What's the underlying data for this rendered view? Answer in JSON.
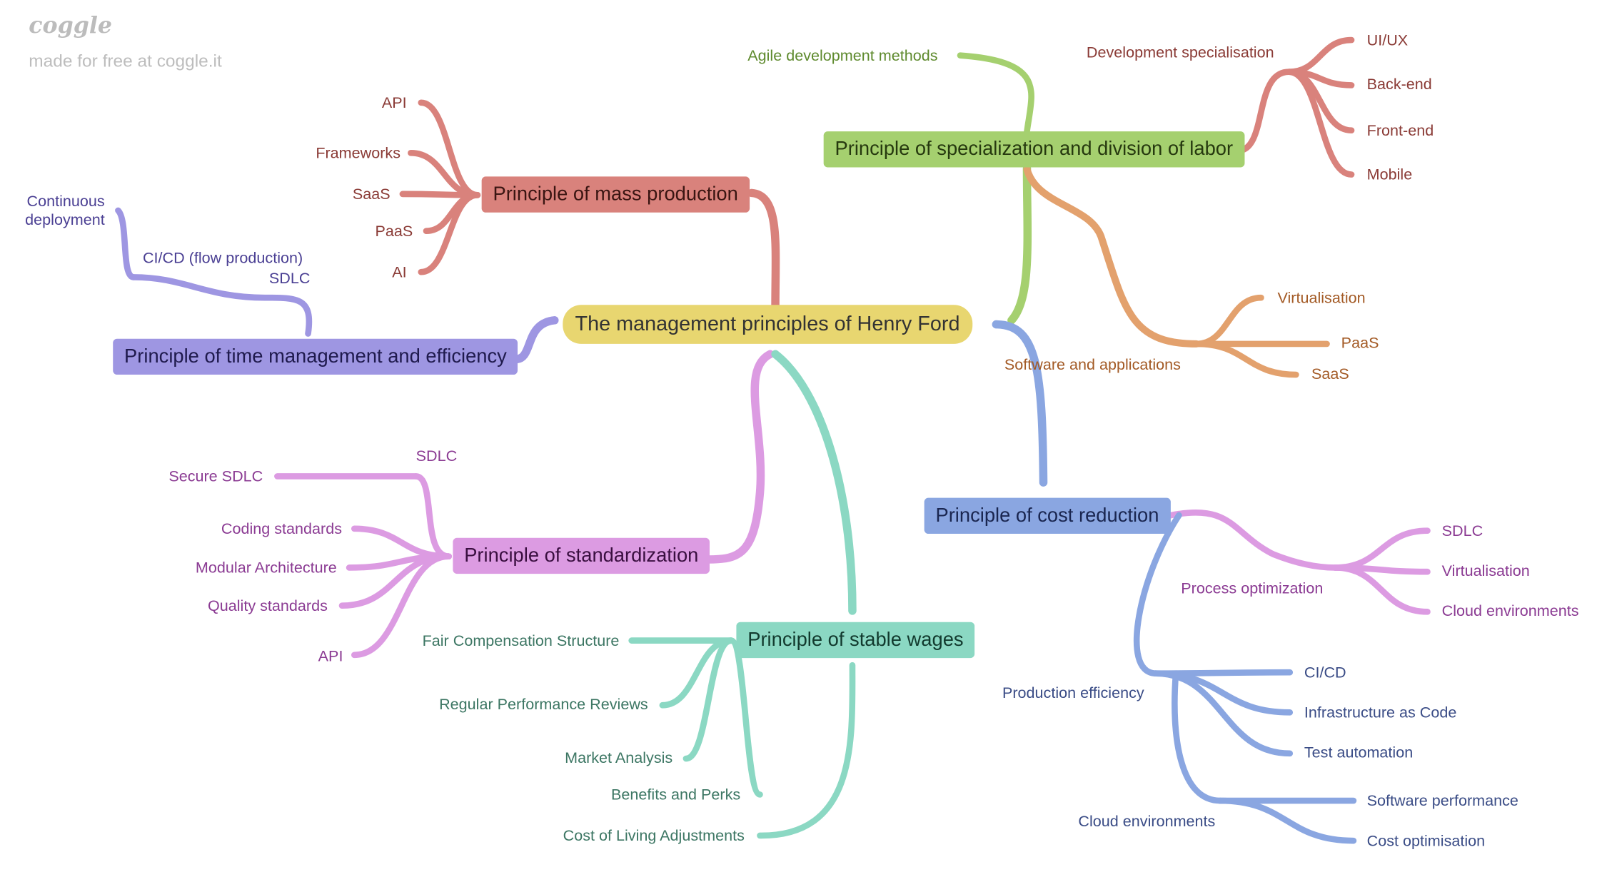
{
  "branding": {
    "logo": "coggle",
    "tagline": "made for free at coggle.it"
  },
  "colors": {
    "red": "#d9827c",
    "red_text": "#8a3a35",
    "green": "#a5d06f",
    "green_text": "#5e8a2d",
    "orange": "#e3a16d",
    "orange_text": "#a35a25",
    "blue": "#8aa6e1",
    "blue_text": "#3a4c86",
    "purple": "#9e96e2",
    "purple_text": "#4a3f93",
    "pink": "#dc9be2",
    "pink_text": "#8b3b93",
    "teal": "#8bd8c3",
    "teal_text": "#3c7663",
    "root": "#e8d670"
  },
  "root": {
    "label": "The management principles of Henry Ford"
  },
  "mass_production": {
    "label": "Principle of mass production",
    "items": [
      "API",
      "Frameworks",
      "SaaS",
      "PaaS",
      "AI"
    ]
  },
  "specialization": {
    "label": "Principle of specialization and division of labor",
    "agile": "Agile development methods",
    "dev_spec": {
      "label": "Development specialisation",
      "items": [
        "UI/UX",
        "Back-end",
        "Front-end",
        "Mobile"
      ]
    },
    "software": {
      "label": "Software and applications",
      "items": [
        "Virtualisation",
        "PaaS",
        "SaaS"
      ]
    }
  },
  "time_management": {
    "label": "Principle of time management and efficiency",
    "sdlc": "SDLC",
    "cicd": "CI/CD (flow production)",
    "continuous_line1": "Continuous",
    "continuous_line2": "deployment"
  },
  "cost_reduction": {
    "label": "Principle of cost reduction",
    "process": {
      "label": "Process optimization",
      "items": [
        "SDLC",
        "Virtualisation",
        "Cloud environments"
      ]
    },
    "production": {
      "label": "Production efficiency",
      "items": [
        "CI/CD",
        "Infrastructure as Code",
        "Test automation"
      ],
      "cloud": {
        "label": "Cloud environments",
        "items": [
          "Software performance",
          "Cost optimisation"
        ]
      }
    }
  },
  "standardization": {
    "label": "Principle of standardization",
    "sdlc": "SDLC",
    "secure_sdlc": "Secure SDLC",
    "items": [
      "Coding standards",
      "Modular Architecture",
      "Quality standards",
      "API"
    ]
  },
  "stable_wages": {
    "label": "Principle of stable wages",
    "items": [
      "Fair Compensation Structure",
      "Regular Performance Reviews",
      "Market Analysis",
      "Benefits and Perks",
      "Cost of Living Adjustments"
    ]
  }
}
